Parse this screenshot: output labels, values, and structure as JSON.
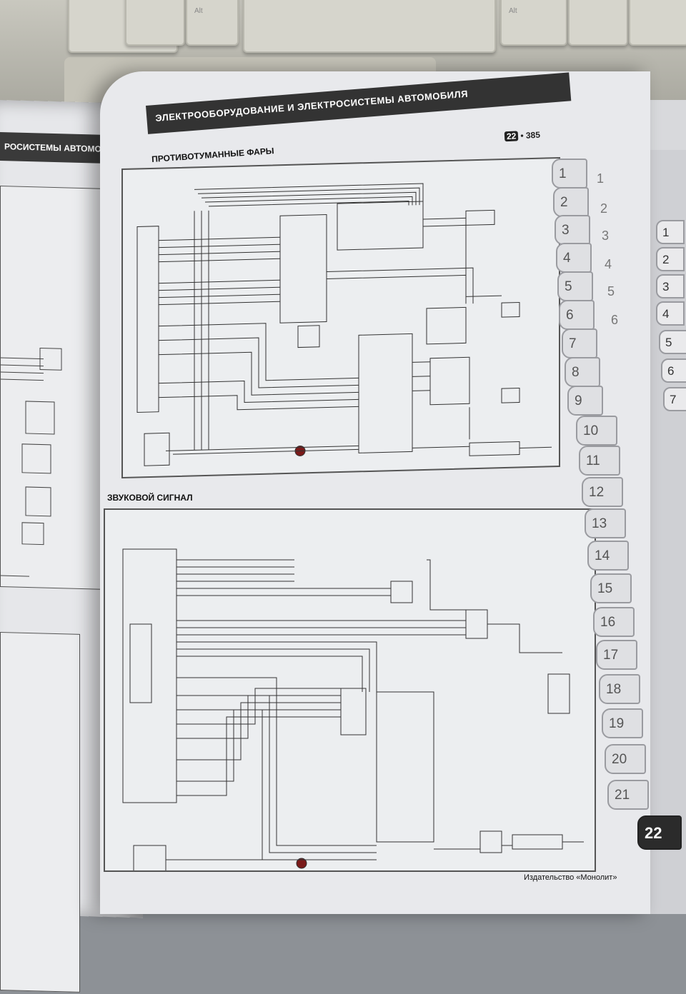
{
  "left_page": {
    "header": "РОСИСТЕМЫ АВТОМОБИЛЯ"
  },
  "right_page": {
    "chapter_header": "ЭЛЕКТРООБОРУДОВАНИЕ И ЭЛЕКТРОСИСТЕМЫ АВТОМОБИЛЯ",
    "chapter_badge": "22",
    "page_number": "385",
    "section_top": "ПРОТИВОТУМАННЫЕ ФАРЫ",
    "section_bottom": "ЗВУКОВОЙ СИГНАЛ",
    "publisher": "Издательство «Монолит»"
  },
  "thumb_tabs": [
    "1",
    "2",
    "3",
    "4",
    "5",
    "6",
    "7",
    "8",
    "9",
    "10",
    "11",
    "12",
    "13",
    "14",
    "15",
    "16",
    "17",
    "18",
    "19",
    "20",
    "21",
    "22"
  ],
  "active_tab": "22",
  "back_tabs": [
    "1",
    "2",
    "3",
    "4",
    "5",
    "6",
    "7"
  ],
  "keyboard_keys": [
    "Alt",
    "Alt"
  ]
}
